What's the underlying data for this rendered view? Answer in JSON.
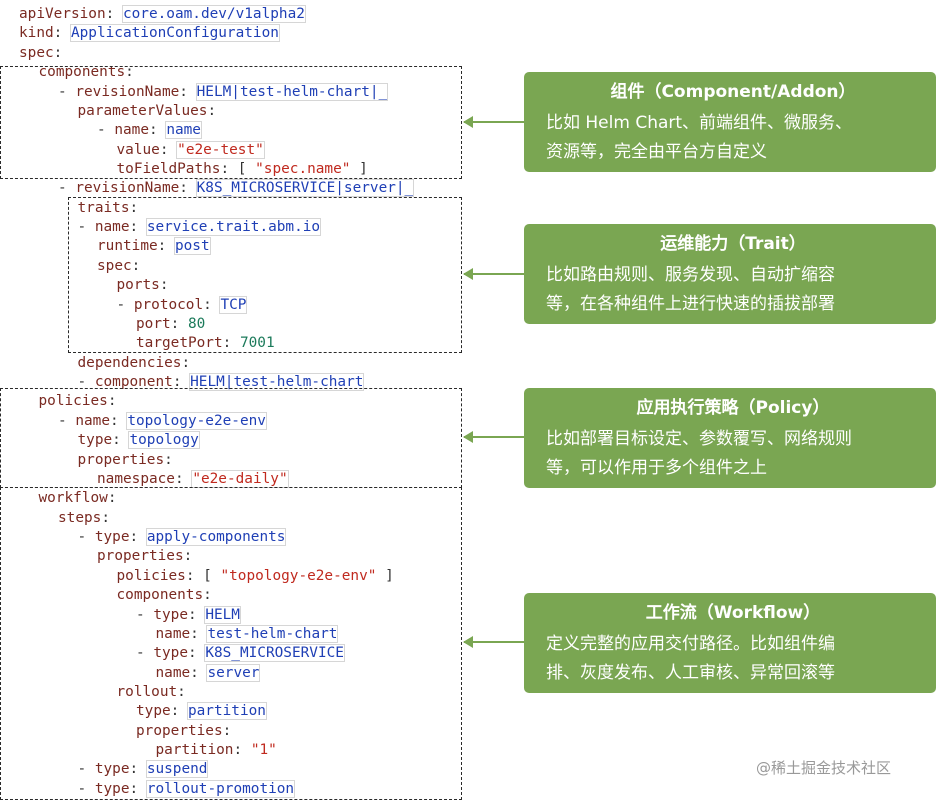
{
  "code_lines": [
    {
      "name": "line-apiversion",
      "indent": 0,
      "tokens": [
        {
          "t": "k",
          "text": "apiVersion"
        },
        {
          "t": "p",
          "text": ": "
        },
        {
          "t": "v",
          "text": "core.oam.dev/v1alpha2",
          "box": true
        }
      ]
    },
    {
      "name": "line-kind",
      "indent": 0,
      "tokens": [
        {
          "t": "k",
          "text": "kind"
        },
        {
          "t": "p",
          "text": ": "
        },
        {
          "t": "v",
          "text": "ApplicationConfiguration",
          "box": true
        }
      ]
    },
    {
      "name": "line-spec",
      "indent": 0,
      "tokens": [
        {
          "t": "k",
          "text": "spec"
        },
        {
          "t": "p",
          "text": ":"
        }
      ]
    },
    {
      "name": "line-components",
      "indent": 1,
      "tokens": [
        {
          "t": "k",
          "text": "components"
        },
        {
          "t": "p",
          "text": ":"
        }
      ]
    },
    {
      "name": "line-revision-helm",
      "indent": 2,
      "tokens": [
        {
          "t": "p",
          "text": "- "
        },
        {
          "t": "k",
          "text": "revisionName"
        },
        {
          "t": "p",
          "text": ": "
        },
        {
          "t": "v",
          "text": "HELM|test-helm-chart|_",
          "box": true
        }
      ]
    },
    {
      "name": "line-parametervalues",
      "indent": 3,
      "tokens": [
        {
          "t": "k",
          "text": "parameterValues"
        },
        {
          "t": "p",
          "text": ":"
        }
      ]
    },
    {
      "name": "line-param-name",
      "indent": 4,
      "tokens": [
        {
          "t": "p",
          "text": "- "
        },
        {
          "t": "k",
          "text": "name"
        },
        {
          "t": "p",
          "text": ": "
        },
        {
          "t": "v",
          "text": "name",
          "box": true
        }
      ]
    },
    {
      "name": "line-param-value",
      "indent": 5,
      "tokens": [
        {
          "t": "k",
          "text": "value"
        },
        {
          "t": "p",
          "text": ": "
        },
        {
          "t": "s",
          "text": "\"e2e-test\"",
          "box": true
        }
      ]
    },
    {
      "name": "line-tofieldpaths",
      "indent": 5,
      "tokens": [
        {
          "t": "k",
          "text": "toFieldPaths"
        },
        {
          "t": "p",
          "text": ": [ "
        },
        {
          "t": "s",
          "text": "\"spec.name\""
        },
        {
          "t": "p",
          "text": " ]"
        }
      ]
    },
    {
      "name": "line-revision-k8s",
      "indent": 2,
      "tokens": [
        {
          "t": "p",
          "text": "- "
        },
        {
          "t": "k",
          "text": "revisionName"
        },
        {
          "t": "p",
          "text": ": "
        },
        {
          "t": "v",
          "text": "K8S_MICROSERVICE|server|_",
          "box": true
        }
      ]
    },
    {
      "name": "line-traits",
      "indent": 3,
      "tokens": [
        {
          "t": "k",
          "text": "traits"
        },
        {
          "t": "p",
          "text": ":"
        }
      ]
    },
    {
      "name": "line-trait-name",
      "indent": 3,
      "tokens": [
        {
          "t": "p",
          "text": "- "
        },
        {
          "t": "k",
          "text": "name"
        },
        {
          "t": "p",
          "text": ": "
        },
        {
          "t": "v",
          "text": "service.trait.abm.io",
          "box": true
        }
      ]
    },
    {
      "name": "line-runtime",
      "indent": 4,
      "tokens": [
        {
          "t": "k",
          "text": "runtime"
        },
        {
          "t": "p",
          "text": ": "
        },
        {
          "t": "v",
          "text": "post",
          "box": true
        }
      ]
    },
    {
      "name": "line-trait-spec",
      "indent": 4,
      "tokens": [
        {
          "t": "k",
          "text": "spec"
        },
        {
          "t": "p",
          "text": ":"
        }
      ]
    },
    {
      "name": "line-ports",
      "indent": 5,
      "tokens": [
        {
          "t": "k",
          "text": "ports"
        },
        {
          "t": "p",
          "text": ":"
        }
      ]
    },
    {
      "name": "line-protocol",
      "indent": 5,
      "tokens": [
        {
          "t": "p",
          "text": "- "
        },
        {
          "t": "k",
          "text": "protocol"
        },
        {
          "t": "p",
          "text": ": "
        },
        {
          "t": "v",
          "text": "TCP",
          "box": true
        }
      ]
    },
    {
      "name": "line-port",
      "indent": 6,
      "tokens": [
        {
          "t": "k",
          "text": "port"
        },
        {
          "t": "p",
          "text": ": "
        },
        {
          "t": "n",
          "text": "80"
        }
      ]
    },
    {
      "name": "line-targetport",
      "indent": 6,
      "tokens": [
        {
          "t": "k",
          "text": "targetPort"
        },
        {
          "t": "p",
          "text": ": "
        },
        {
          "t": "n",
          "text": "7001"
        }
      ]
    },
    {
      "name": "line-dependencies",
      "indent": 3,
      "tokens": [
        {
          "t": "k",
          "text": "dependencies"
        },
        {
          "t": "p",
          "text": ":"
        }
      ]
    },
    {
      "name": "line-dep-component",
      "indent": 3,
      "tokens": [
        {
          "t": "p",
          "text": "- "
        },
        {
          "t": "k",
          "text": "component"
        },
        {
          "t": "p",
          "text": ": "
        },
        {
          "t": "v",
          "text": "HELM|test-helm-chart",
          "box": true
        }
      ]
    },
    {
      "name": "line-policies",
      "indent": 1,
      "tokens": [
        {
          "t": "k",
          "text": "policies"
        },
        {
          "t": "p",
          "text": ":"
        }
      ]
    },
    {
      "name": "line-policy-name",
      "indent": 2,
      "tokens": [
        {
          "t": "p",
          "text": "- "
        },
        {
          "t": "k",
          "text": "name"
        },
        {
          "t": "p",
          "text": ": "
        },
        {
          "t": "v",
          "text": "topology-e2e-env",
          "box": true
        }
      ]
    },
    {
      "name": "line-policy-type",
      "indent": 3,
      "tokens": [
        {
          "t": "k",
          "text": "type"
        },
        {
          "t": "p",
          "text": ": "
        },
        {
          "t": "v",
          "text": "topology",
          "box": true
        }
      ]
    },
    {
      "name": "line-policy-properties",
      "indent": 3,
      "tokens": [
        {
          "t": "k",
          "text": "properties"
        },
        {
          "t": "p",
          "text": ":"
        }
      ]
    },
    {
      "name": "line-namespace",
      "indent": 4,
      "tokens": [
        {
          "t": "k",
          "text": "namespace"
        },
        {
          "t": "p",
          "text": ": "
        },
        {
          "t": "s",
          "text": "\"e2e-daily\"",
          "box": true
        }
      ]
    },
    {
      "name": "line-workflow",
      "indent": 1,
      "tokens": [
        {
          "t": "k",
          "text": "workflow"
        },
        {
          "t": "p",
          "text": ":"
        }
      ]
    },
    {
      "name": "line-steps",
      "indent": 2,
      "tokens": [
        {
          "t": "k",
          "text": "steps"
        },
        {
          "t": "p",
          "text": ":"
        }
      ]
    },
    {
      "name": "line-step-apply",
      "indent": 3,
      "tokens": [
        {
          "t": "p",
          "text": "- "
        },
        {
          "t": "k",
          "text": "type"
        },
        {
          "t": "p",
          "text": ": "
        },
        {
          "t": "v",
          "text": "apply-components",
          "box": true
        }
      ]
    },
    {
      "name": "line-step-properties",
      "indent": 4,
      "tokens": [
        {
          "t": "k",
          "text": "properties"
        },
        {
          "t": "p",
          "text": ":"
        }
      ]
    },
    {
      "name": "line-step-policies",
      "indent": 5,
      "tokens": [
        {
          "t": "k",
          "text": "policies"
        },
        {
          "t": "p",
          "text": ": [ "
        },
        {
          "t": "s",
          "text": "\"topology-e2e-env\""
        },
        {
          "t": "p",
          "text": " ]"
        }
      ]
    },
    {
      "name": "line-step-components",
      "indent": 5,
      "tokens": [
        {
          "t": "k",
          "text": "components"
        },
        {
          "t": "p",
          "text": ":"
        }
      ]
    },
    {
      "name": "line-comp-type-helm",
      "indent": 6,
      "tokens": [
        {
          "t": "p",
          "text": "- "
        },
        {
          "t": "k",
          "text": "type"
        },
        {
          "t": "p",
          "text": ": "
        },
        {
          "t": "v",
          "text": "HELM",
          "box": true
        }
      ]
    },
    {
      "name": "line-comp-name-helm",
      "indent": 7,
      "tokens": [
        {
          "t": "k",
          "text": "name"
        },
        {
          "t": "p",
          "text": ": "
        },
        {
          "t": "v",
          "text": "test-helm-chart",
          "box": true
        }
      ]
    },
    {
      "name": "line-comp-type-k8s",
      "indent": 6,
      "tokens": [
        {
          "t": "p",
          "text": "- "
        },
        {
          "t": "k",
          "text": "type"
        },
        {
          "t": "p",
          "text": ": "
        },
        {
          "t": "v",
          "text": "K8S_MICROSERVICE",
          "box": true
        }
      ]
    },
    {
      "name": "line-comp-name-server",
      "indent": 7,
      "tokens": [
        {
          "t": "k",
          "text": "name"
        },
        {
          "t": "p",
          "text": ": "
        },
        {
          "t": "v",
          "text": "server",
          "box": true
        }
      ]
    },
    {
      "name": "line-rollout",
      "indent": 5,
      "tokens": [
        {
          "t": "k",
          "text": "rollout"
        },
        {
          "t": "p",
          "text": ":"
        }
      ]
    },
    {
      "name": "line-rollout-type",
      "indent": 6,
      "tokens": [
        {
          "t": "k",
          "text": "type"
        },
        {
          "t": "p",
          "text": ": "
        },
        {
          "t": "v",
          "text": "partition",
          "box": true
        }
      ]
    },
    {
      "name": "line-rollout-properties",
      "indent": 6,
      "tokens": [
        {
          "t": "k",
          "text": "properties"
        },
        {
          "t": "p",
          "text": ":"
        }
      ]
    },
    {
      "name": "line-partition",
      "indent": 7,
      "tokens": [
        {
          "t": "k",
          "text": "partition"
        },
        {
          "t": "p",
          "text": ": "
        },
        {
          "t": "s",
          "text": "\"1\""
        }
      ]
    },
    {
      "name": "line-step-suspend",
      "indent": 3,
      "tokens": [
        {
          "t": "p",
          "text": "- "
        },
        {
          "t": "k",
          "text": "type"
        },
        {
          "t": "p",
          "text": ": "
        },
        {
          "t": "v",
          "text": "suspend",
          "box": true
        }
      ]
    },
    {
      "name": "line-step-rollout-promotion",
      "indent": 3,
      "tokens": [
        {
          "t": "p",
          "text": "- "
        },
        {
          "t": "k",
          "text": "type"
        },
        {
          "t": "p",
          "text": ": "
        },
        {
          "t": "v",
          "text": "rollout-promotion",
          "box": true
        }
      ]
    }
  ],
  "cards": [
    {
      "id": "component",
      "title": "组件（Component/Addon）",
      "lines": [
        "比如 Helm Chart、前端组件、微服务、",
        "资源等，完全由平台方自定义"
      ]
    },
    {
      "id": "trait",
      "title": "运维能力（Trait）",
      "lines": [
        "比如路由规则、服务发现、自动扩缩容",
        "等，在各种组件上进行快速的插拔部署"
      ]
    },
    {
      "id": "policy",
      "title": "应用执行策略（Policy）",
      "lines": [
        "比如部署目标设定、参数覆写、网络规则",
        "等，可以作用于多个组件之上"
      ]
    },
    {
      "id": "workflow",
      "title": "工作流（Workflow）",
      "lines": [
        "定义完整的应用交付路径。比如组件编",
        "排、灰度发布、人工审核、异常回滚等"
      ]
    }
  ],
  "watermark": "@稀土掘金技术社区",
  "colors": {
    "card_bg": "#7aa652",
    "key": "#7a2a22",
    "value": "#1f3fb5",
    "string": "#c02a1f",
    "number": "#1b7a5a"
  }
}
